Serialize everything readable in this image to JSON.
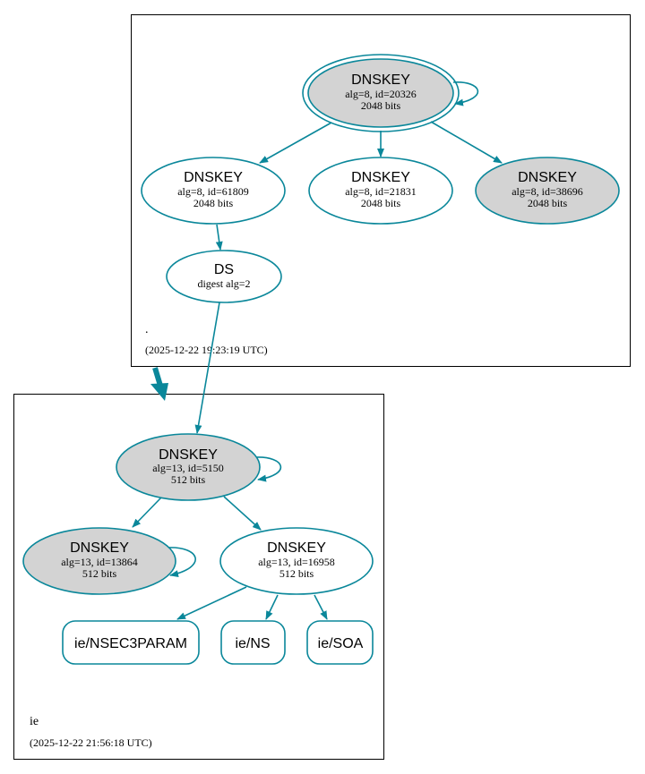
{
  "colors": {
    "edge": "#0a879a",
    "sep_fill": "#d3d3d3",
    "plain_fill": "#ffffff",
    "cluster_border": "#000000"
  },
  "zones": {
    "root": {
      "label": ".",
      "timestamp": "(2025-12-22 19:23:19 UTC)",
      "nodes": {
        "ksk_20326": {
          "title": "DNSKEY",
          "line1": "alg=8, id=20326",
          "line2": "2048 bits",
          "filled": true,
          "double_border": true
        },
        "key_61809": {
          "title": "DNSKEY",
          "line1": "alg=8, id=61809",
          "line2": "2048 bits",
          "filled": false
        },
        "key_21831": {
          "title": "DNSKEY",
          "line1": "alg=8, id=21831",
          "line2": "2048 bits",
          "filled": false
        },
        "key_38696": {
          "title": "DNSKEY",
          "line1": "alg=8, id=38696",
          "line2": "2048 bits",
          "filled": true
        }
      }
    },
    "ie": {
      "label": "ie",
      "timestamp": "(2025-12-22 21:56:18 UTC)",
      "ds": {
        "title": "DS",
        "line1": "digest alg=2"
      },
      "nodes": {
        "ksk_5150": {
          "title": "DNSKEY",
          "line1": "alg=13, id=5150",
          "line2": "512 bits",
          "filled": true
        },
        "key_13864": {
          "title": "DNSKEY",
          "line1": "alg=13, id=13864",
          "line2": "512 bits",
          "filled": true
        },
        "zsk_16958": {
          "title": "DNSKEY",
          "line1": "alg=13, id=16958",
          "line2": "512 bits",
          "filled": false
        }
      },
      "rrsets": {
        "nsec3param": "ie/NSEC3PARAM",
        "ns": "ie/NS",
        "soa": "ie/SOA"
      }
    }
  }
}
